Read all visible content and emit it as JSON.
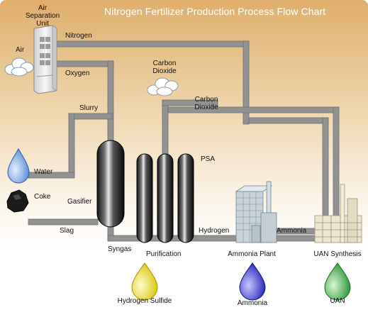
{
  "title": "Nitrogen Fertilizer Production Process Flow Chart",
  "units": {
    "air_separation": "Air\nSeparation\nUnit",
    "gasifier": "Gasifier",
    "purification": "Purification",
    "psa": "PSA",
    "ammonia_plant": "Ammonia Plant",
    "uan_synthesis": "UAN Synthesis"
  },
  "streams": {
    "air": "Air",
    "nitrogen": "Nitrogen",
    "oxygen": "Oxygen",
    "slurry": "Slurry",
    "carbon_dioxide_vent": "Carbon\nDioxide",
    "carbon_dioxide_line": "Carbon\nDioxide",
    "water": "Water",
    "coke": "Coke",
    "slag": "Slag",
    "syngas": "Syngas",
    "hydrogen": "Hydrogen",
    "ammonia": "Ammonia"
  },
  "products": {
    "hydrogen_sulfide": "Hydrogen Sulfide",
    "ammonia": "Ammonia",
    "uan": "UAN"
  },
  "colors": {
    "background_top": "#e3b77a",
    "background_bottom": "#ffffff",
    "pipe": "#909090",
    "water_drop": "#6f9fe0",
    "h2s_drop": "#e6d21a",
    "ammonia_drop": "#2e2ed0",
    "uan_drop": "#2fa33a"
  }
}
